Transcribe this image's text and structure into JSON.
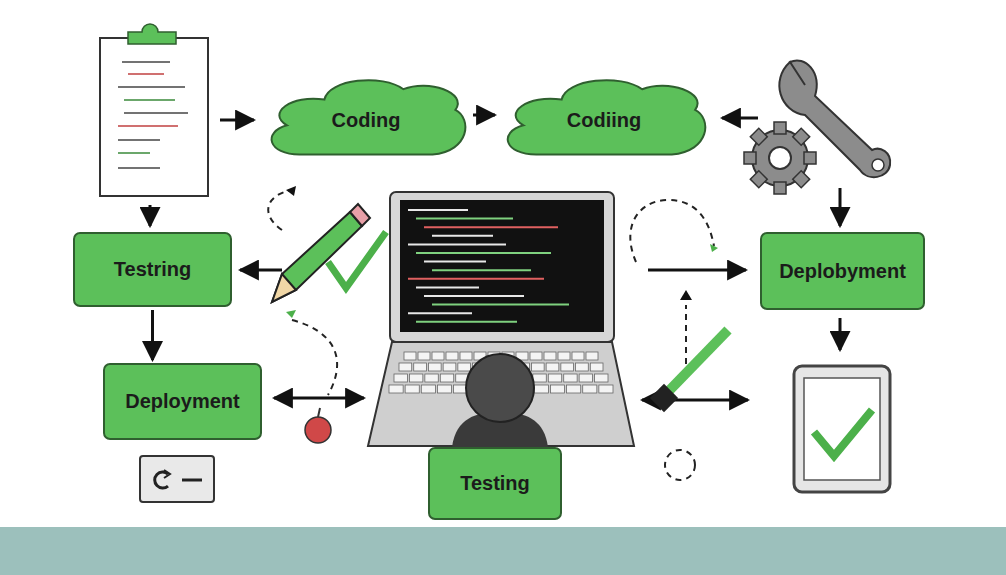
{
  "diagram": {
    "nodes": [
      {
        "text": [
          "Coding"
        ]
      },
      {
        "text": [
          "Codiing"
        ]
      },
      {
        "text": [
          "Testring"
        ]
      },
      {
        "text": [
          "Deplobyment"
        ]
      },
      {
        "text": [
          "Deployment"
        ]
      },
      {
        "text": [
          "Testing"
        ]
      }
    ],
    "edges": [
      {
        "from": 0,
        "to": 1,
        "arrow": "to"
      },
      {
        "from": 2,
        "to": 4,
        "arrow": "to"
      }
    ]
  }
}
